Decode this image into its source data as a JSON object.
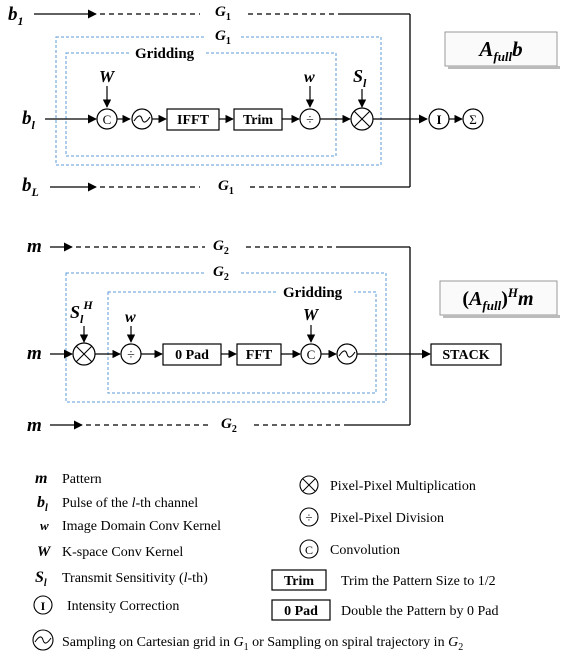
{
  "top": {
    "inputs": {
      "b1": "b",
      "b1_sub": "1",
      "bl": "b",
      "bl_sub": "l",
      "bL": "b",
      "bL_sub": "L"
    },
    "g1_label": "G",
    "g1_sub": "1",
    "gridding_label": "Gridding",
    "W_label": "W",
    "w_label": "w",
    "Sl_label": "S",
    "Sl_sub": "l",
    "conv_symbol": "C",
    "ifft_label": "IFFT",
    "trim_label": "Trim",
    "div_symbol": "÷",
    "intensity_symbol": "I",
    "sum_symbol": "Σ",
    "equation": {
      "A": "A",
      "sub": "full",
      "b": "b"
    }
  },
  "bottom": {
    "m_label": "m",
    "g2_label": "G",
    "g2_sub": "2",
    "gridding_label": "Gridding",
    "SlH_label": "S",
    "SlH_sub": "l",
    "SlH_sup": "H",
    "w_label": "w",
    "W_label": "W",
    "div_symbol": "÷",
    "zeropad_label": "0 Pad",
    "fft_label": "FFT",
    "conv_symbol": "C",
    "stack_label": "STACK",
    "equation": {
      "open": "(",
      "A": "A",
      "sub": "full",
      "close": ")",
      "sup": "H",
      "m": "m"
    }
  },
  "legend": {
    "m_sym": "m",
    "m_desc": "Pattern",
    "bl_sym": "b",
    "bl_sub": "l",
    "bl_desc_pre": "Pulse of the ",
    "bl_desc_l": "l",
    "bl_desc_post": "-th channel",
    "w_sym": "w",
    "w_desc": "Image Domain Conv Kernel",
    "W_sym": "W",
    "W_desc": "K-space Conv Kernel",
    "Sl_sym": "S",
    "Sl_sub": "l",
    "Sl_desc_pre": "Transmit Sensitivity (",
    "Sl_desc_l": "l",
    "Sl_desc_post": "-th)",
    "I_sym": "I",
    "I_desc": "Intensity Correction",
    "mult_desc": "Pixel-Pixel Multiplication",
    "div_sym": "÷",
    "div_desc": "Pixel-Pixel Division",
    "conv_sym": "C",
    "conv_desc": "Convolution",
    "trim_box": "Trim",
    "trim_desc": "Trim the Pattern Size to 1/2",
    "pad_box": "0 Pad",
    "pad_desc": "Double the Pattern by 0 Pad",
    "sampling_desc_pre": "Sampling on Cartesian grid in ",
    "sampling_G": "G",
    "sampling_G1_sub": "1",
    "sampling_desc_mid": " or Sampling on spiral trajectory in ",
    "sampling_G2_sub": "2"
  }
}
